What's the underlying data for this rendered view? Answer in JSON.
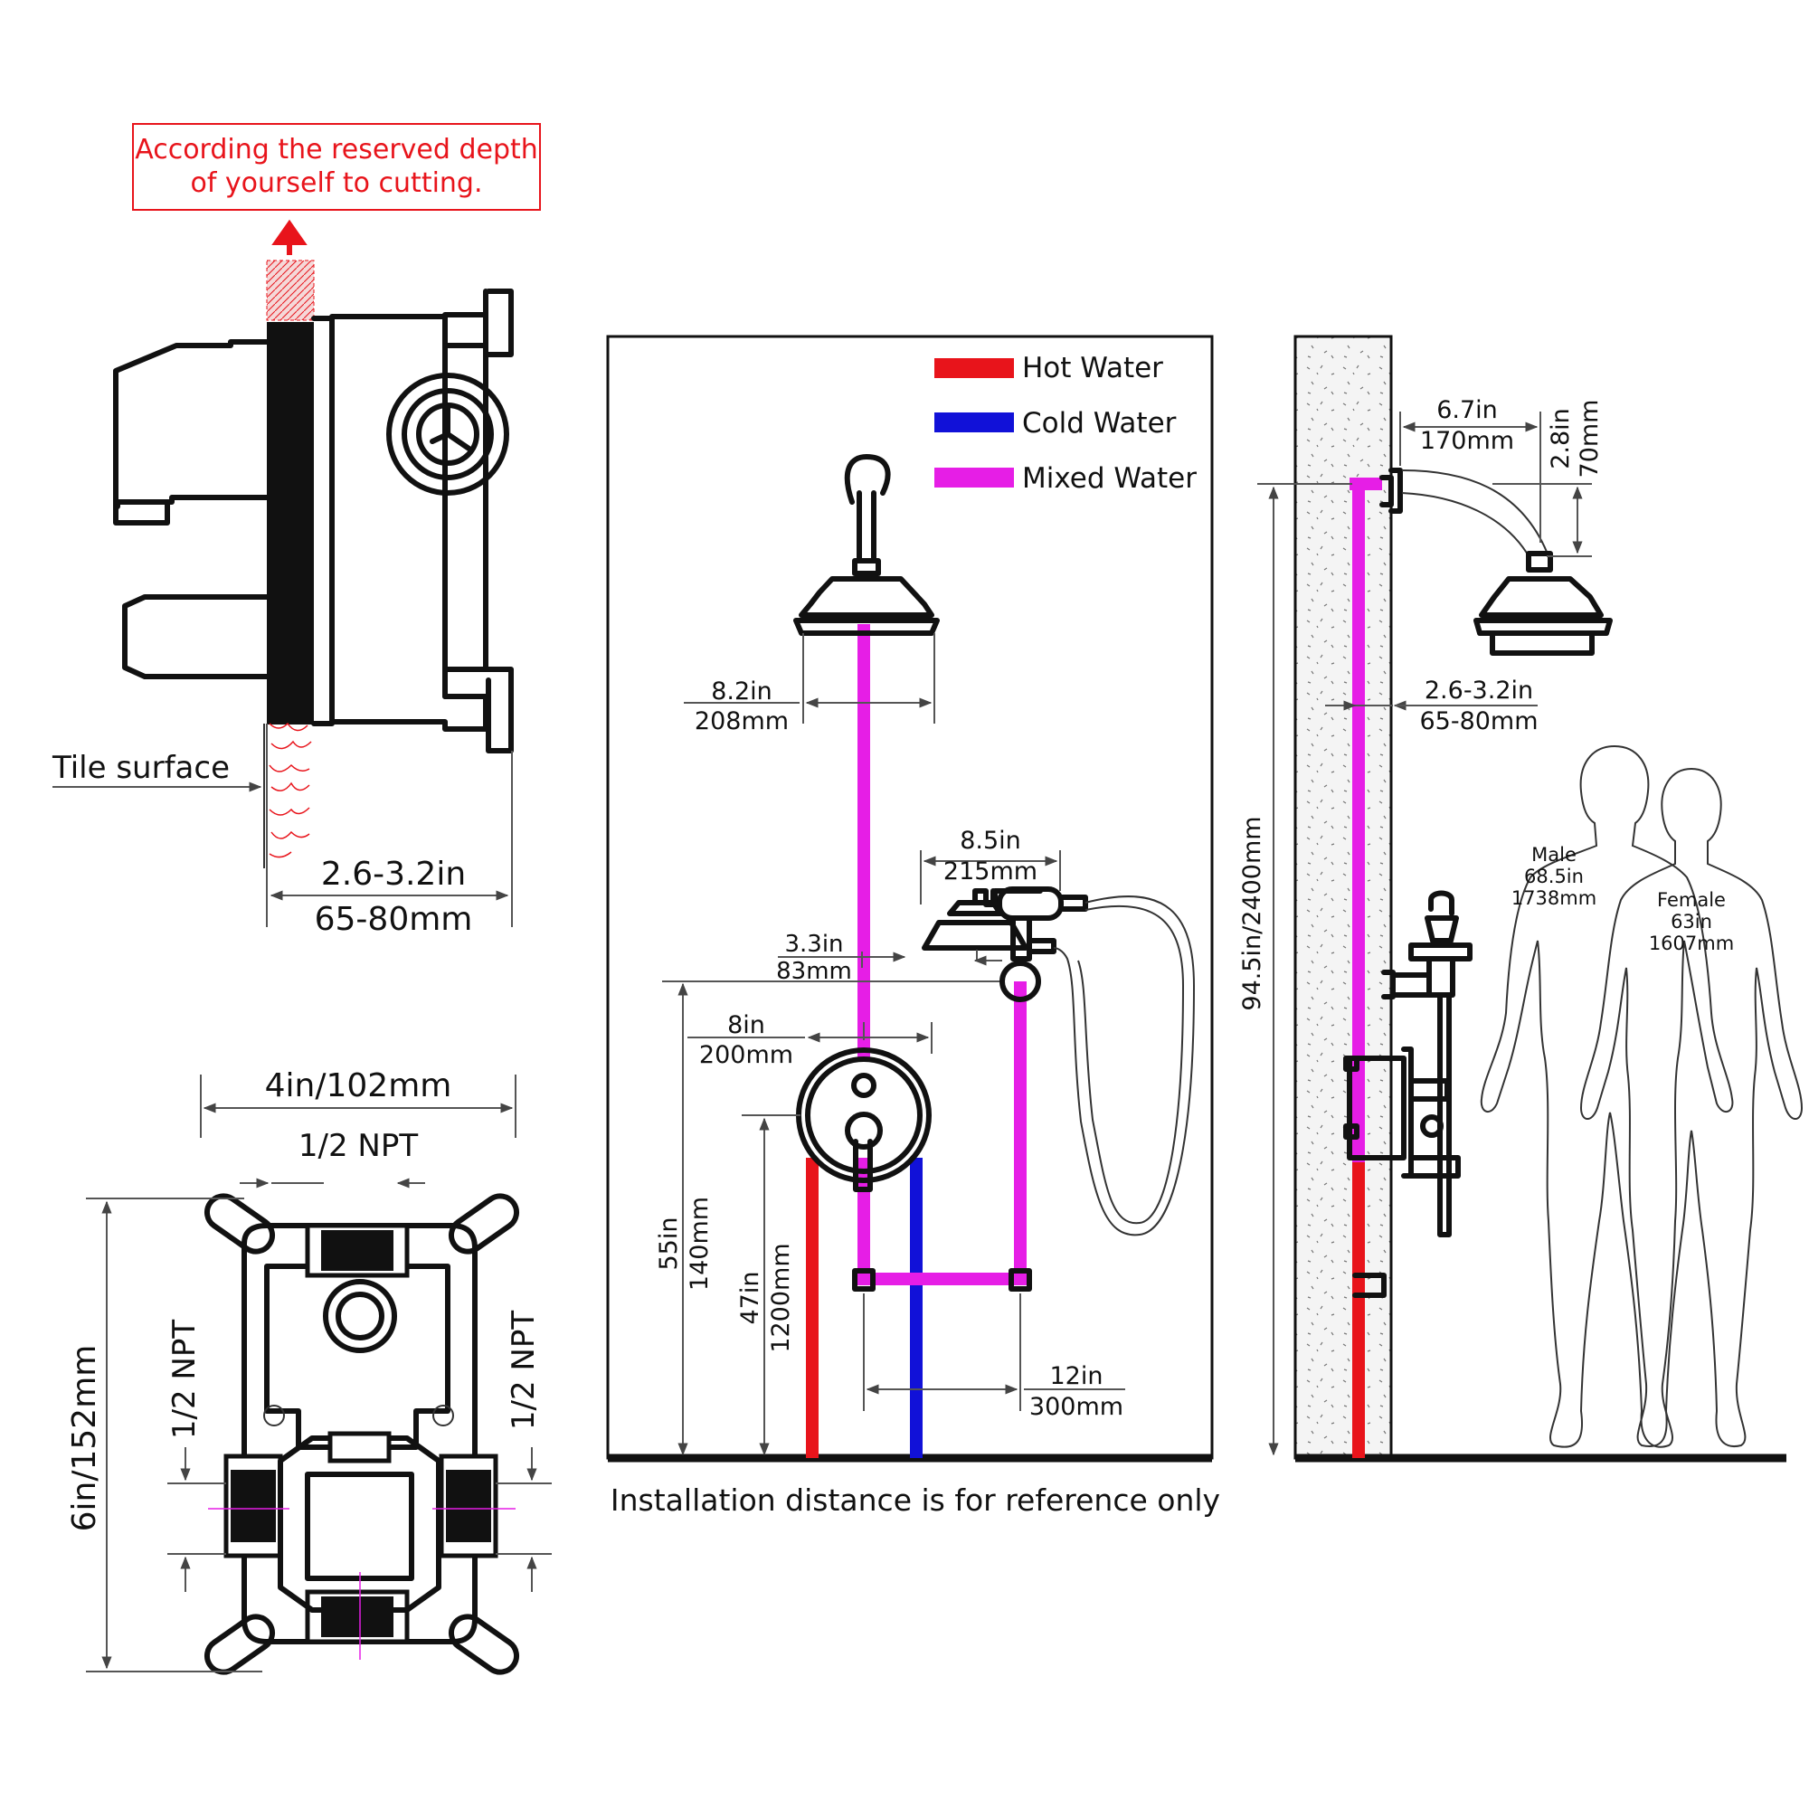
{
  "colors": {
    "hot": "#e8141b",
    "cold": "#1111d8",
    "mixed": "#e61ee6",
    "line": "#111111"
  },
  "side_view": {
    "note_line1": "According the reserved depth",
    "note_line2": "of yourself to cutting.",
    "tile_surface": "Tile surface",
    "depth_in": "2.6-3.2in",
    "depth_mm": "65-80mm"
  },
  "front_box": {
    "width": "4in/102mm",
    "height": "6in/152mm",
    "npt_top": "1/2 NPT",
    "npt_left": "1/2 NPT",
    "npt_right": "1/2 NPT"
  },
  "legend": {
    "hot": "Hot Water",
    "cold": "Cold Water",
    "mixed": "Mixed Water"
  },
  "front_install": {
    "head_dia_in": "8.2in",
    "head_dia_mm": "208mm",
    "holder_width_in": "8.5in",
    "holder_width_mm": "215mm",
    "offset_in": "3.3in",
    "offset_mm": "83mm",
    "valve_offset_in": "8in",
    "valve_offset_mm": "200mm",
    "h1_in": "55in",
    "h1_mm": "140mm",
    "h2_in": "47in",
    "h2_mm": "1200mm",
    "spread_in": "12in",
    "spread_mm": "300mm",
    "note": "Installation distance is for reference only"
  },
  "wall_side": {
    "arm_in": "6.7in",
    "arm_mm": "170mm",
    "drop_in": "2.8in",
    "drop_mm": "70mm",
    "depth_in": "2.6-3.2in",
    "depth_mm": "65-80mm",
    "total_height": "94.5in/2400mm",
    "male_label": "Male",
    "male_in": "68.5in",
    "male_mm": "1738mm",
    "female_label": "Female",
    "female_in": "63in",
    "female_mm": "1607mm"
  }
}
